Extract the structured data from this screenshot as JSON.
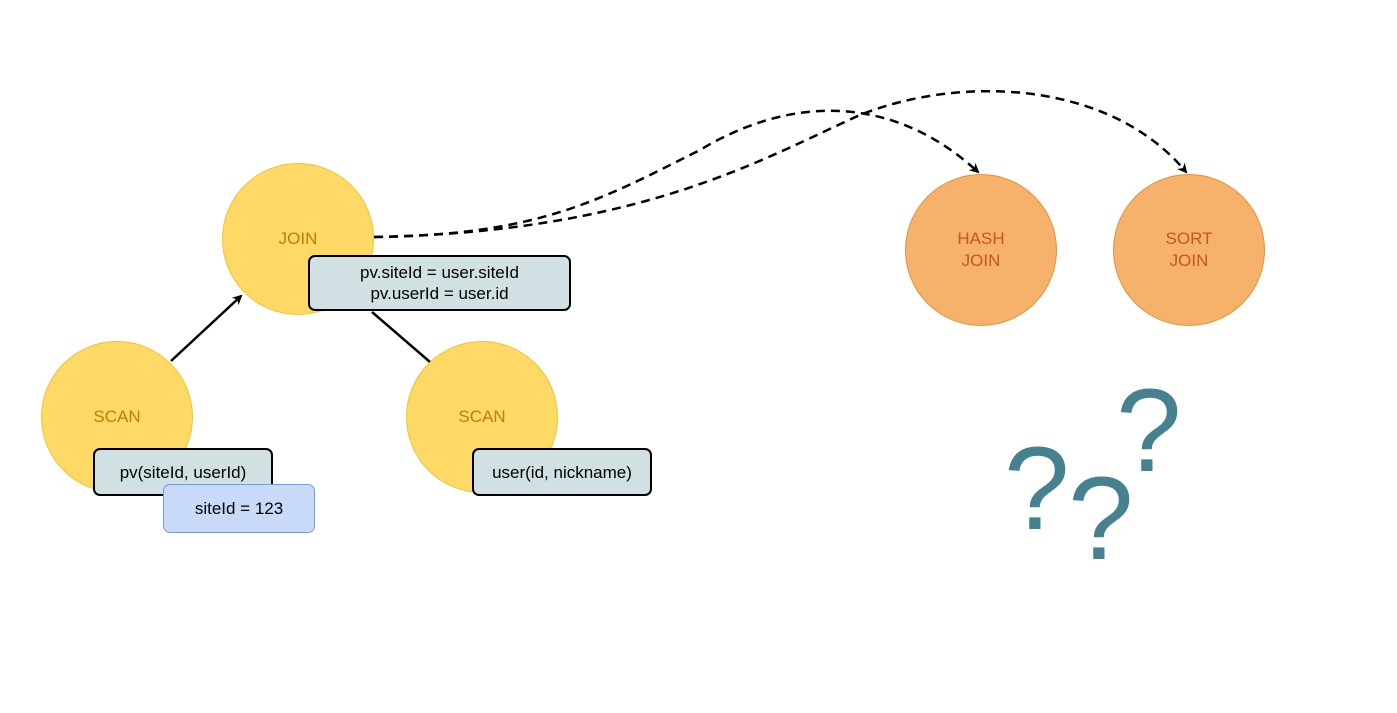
{
  "nodes": {
    "join": {
      "label": "JOIN"
    },
    "scan_left": {
      "label": "SCAN"
    },
    "scan_right": {
      "label": "SCAN"
    },
    "hash_join": {
      "line1": "HASH",
      "line2": "JOIN"
    },
    "sort_join": {
      "line1": "SORT",
      "line2": "JOIN"
    }
  },
  "boxes": {
    "join_condition": {
      "line1": "pv.siteId = user.siteId",
      "line2": "pv.userId = user.id"
    },
    "pv_table": {
      "label": "pv(siteId, userId)"
    },
    "site_filter": {
      "label": "siteId = 123"
    },
    "user_table": {
      "label": "user(id, nickname)"
    }
  },
  "question_marks": [
    "?",
    "?",
    "?"
  ],
  "colors": {
    "scan_join_fill": "#ffd966",
    "scan_join_stroke": "#f1c232",
    "alt_join_fill": "#f6b26b",
    "alt_join_stroke": "#e69138",
    "condition_fill": "#d0e0e3",
    "filter_fill": "#c9daf8",
    "filter_stroke": "#6d9eeb",
    "question_mark": "#45818e"
  }
}
